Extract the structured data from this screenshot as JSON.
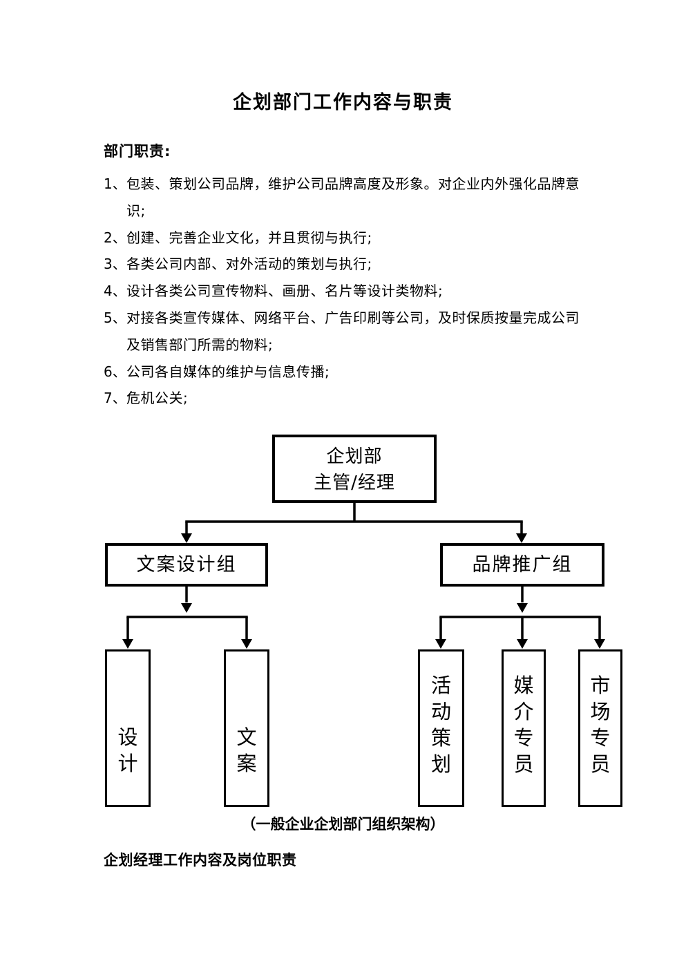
{
  "doc": {
    "title": "企划部门工作内容与职责",
    "section_heading": "部门职责:",
    "items": [
      {
        "num": "1、",
        "lines": [
          "包装、策划公司品牌，维护公司品牌高度及形象。对企业内外强化品牌意",
          "识;"
        ]
      },
      {
        "num": "2、",
        "lines": [
          "创建、完善企业文化，并且贯彻与执行;"
        ]
      },
      {
        "num": "3、",
        "lines": [
          "各类公司内部、对外活动的策划与执行;"
        ]
      },
      {
        "num": "4、",
        "lines": [
          "设计各类公司宣传物料、画册、名片等设计类物料;"
        ]
      },
      {
        "num": "5、",
        "lines": [
          "对接各类宣传媒体、网络平台、广告印刷等公司，及时保质按量完成公司",
          "及销售部门所需的物料;"
        ]
      },
      {
        "num": "6、",
        "lines": [
          "公司各自媒体的维护与信息传播;"
        ]
      },
      {
        "num": "7、",
        "lines": [
          "危机公关;"
        ]
      }
    ],
    "caption": "（一般企业企划部门组织架构）",
    "footer_heading": "企划经理工作内容及岗位职责"
  },
  "chart": {
    "root": {
      "line1": "企划部",
      "line2": "主管/经理"
    },
    "groups": [
      {
        "label": "文案设计组"
      },
      {
        "label": "品牌推广组"
      }
    ],
    "leaves": [
      {
        "label": "设计"
      },
      {
        "label": "文案"
      },
      {
        "label": "活动策划"
      },
      {
        "label": "媒介专员"
      },
      {
        "label": "市场专员"
      }
    ]
  },
  "colors": {
    "ink": "#000000",
    "paper": "#ffffff"
  }
}
